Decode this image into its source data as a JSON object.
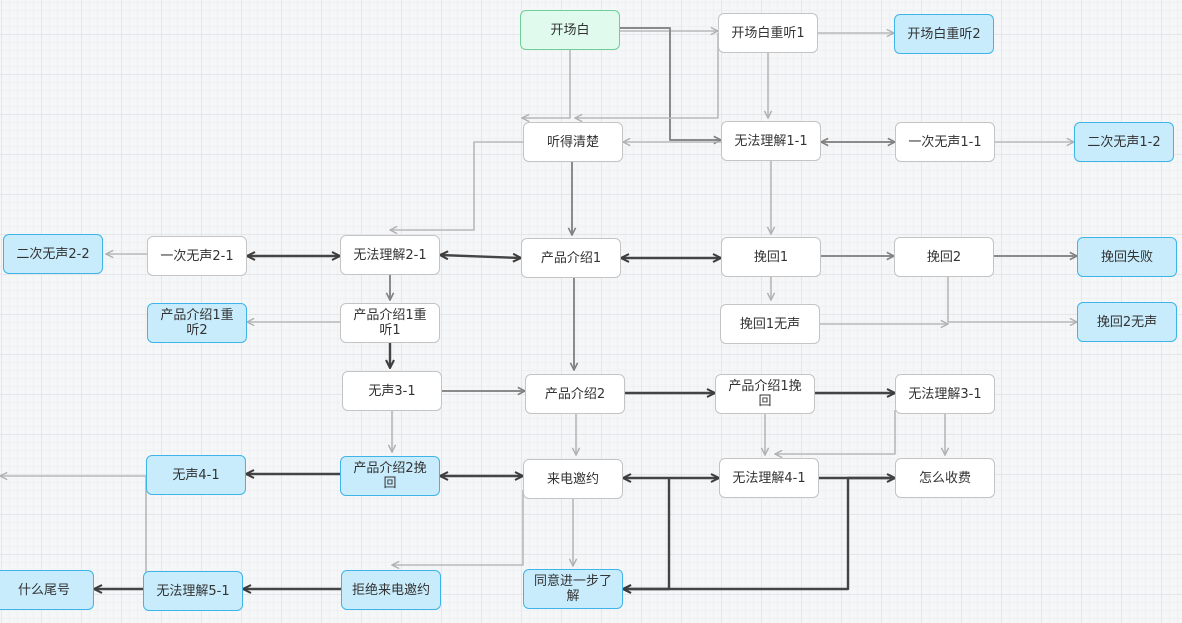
{
  "diagram": {
    "type": "flowchart",
    "colors": {
      "default_fill": "#ffffff",
      "default_border": "#c4c4c4",
      "terminal_fill": "#c8ecfc",
      "terminal_border": "#3fb4e8",
      "start_fill": "#e0fbee",
      "start_border": "#6fcf96",
      "edge_light": "#b8b8b8",
      "edge_mid": "#8a8a8a",
      "edge_dark": "#444444"
    },
    "nodes": [
      {
        "id": "kaichangbai",
        "label": "开场白",
        "kind": "start"
      },
      {
        "id": "kaichangbai_chongting1",
        "label": "开场白重听1",
        "kind": "normal"
      },
      {
        "id": "kaichangbai_chongting2",
        "label": "开场白重听2",
        "kind": "terminal"
      },
      {
        "id": "tingdeqingchu",
        "label": "听得清楚",
        "kind": "normal"
      },
      {
        "id": "wufalijie1_1",
        "label": "无法理解1-1",
        "kind": "normal"
      },
      {
        "id": "yiciwusheng1_1",
        "label": "一次无声1-1",
        "kind": "normal"
      },
      {
        "id": "ercisusheng1_2",
        "label": "二次无声1-2",
        "kind": "terminal"
      },
      {
        "id": "ercisusheng2_2",
        "label": "二次无声2-2",
        "kind": "terminal"
      },
      {
        "id": "yiciwusheng2_1",
        "label": "一次无声2-1",
        "kind": "normal"
      },
      {
        "id": "wufalijie2_1",
        "label": "无法理解2-1",
        "kind": "normal"
      },
      {
        "id": "chanpinjieshao1",
        "label": "产品介绍1",
        "kind": "normal"
      },
      {
        "id": "wanhui1",
        "label": "挽回1",
        "kind": "normal"
      },
      {
        "id": "wanhui2",
        "label": "挽回2",
        "kind": "normal"
      },
      {
        "id": "wanhui_shibai",
        "label": "挽回失败",
        "kind": "terminal"
      },
      {
        "id": "chanpinjieshao1_chongting2",
        "label": "产品介绍1重听2",
        "kind": "terminal"
      },
      {
        "id": "chanpinjieshao1_chongting1",
        "label": "产品介绍1重听1",
        "kind": "normal"
      },
      {
        "id": "wanhui1_wusheng",
        "label": "挽回1无声",
        "kind": "normal"
      },
      {
        "id": "wanhui2_wusheng",
        "label": "挽回2无声",
        "kind": "terminal"
      },
      {
        "id": "wusheng3_1",
        "label": "无声3-1",
        "kind": "normal"
      },
      {
        "id": "chanpinjieshao2",
        "label": "产品介绍2",
        "kind": "normal"
      },
      {
        "id": "chanpinjieshao1_wanhui",
        "label": "产品介绍1挽回",
        "kind": "normal"
      },
      {
        "id": "wufalijie3_1",
        "label": "无法理解3-1",
        "kind": "normal"
      },
      {
        "id": "wusheng4_1",
        "label": "无声4-1",
        "kind": "terminal"
      },
      {
        "id": "chanpinjieshao2_wanhui",
        "label": "产品介绍2挽回",
        "kind": "terminal"
      },
      {
        "id": "laidian_yaoyue",
        "label": "来电邀约",
        "kind": "normal"
      },
      {
        "id": "wufalijie4_1",
        "label": "无法理解4-1",
        "kind": "normal"
      },
      {
        "id": "zenme_shoufei",
        "label": "怎么收费",
        "kind": "normal"
      },
      {
        "id": "shenme_weihao",
        "label": "什么尾号",
        "kind": "terminal"
      },
      {
        "id": "wufalijie5_1",
        "label": "无法理解5-1",
        "kind": "terminal"
      },
      {
        "id": "jujue_laidian_yaoyue",
        "label": "拒绝来电邀约",
        "kind": "terminal"
      },
      {
        "id": "tongyi_jinyibu_liaojie",
        "label": "同意进一步了解",
        "kind": "terminal"
      }
    ],
    "edges": [
      {
        "from": "kaichangbai",
        "to": "kaichangbai_chongting1"
      },
      {
        "from": "kaichangbai",
        "to": "tingdeqingchu"
      },
      {
        "from": "kaichangbai",
        "to": "wufalijie1_1"
      },
      {
        "from": "kaichangbai_chongting1",
        "to": "kaichangbai_chongting2"
      },
      {
        "from": "kaichangbai_chongting1",
        "to": "tingdeqingchu"
      },
      {
        "from": "kaichangbai_chongting1",
        "to": "wufalijie1_1"
      },
      {
        "from": "wufalijie1_1",
        "to": "tingdeqingchu"
      },
      {
        "from": "wufalijie1_1",
        "to": "yiciwusheng1_1",
        "bidirectional": true
      },
      {
        "from": "yiciwusheng1_1",
        "to": "ercisusheng1_2"
      },
      {
        "from": "wufalijie1_1",
        "to": "wanhui1"
      },
      {
        "from": "tingdeqingchu",
        "to": "chanpinjieshao1"
      },
      {
        "from": "tingdeqingchu",
        "to": "wufalijie2_1"
      },
      {
        "from": "yiciwusheng2_1",
        "to": "ercisusheng2_2"
      },
      {
        "from": "yiciwusheng2_1",
        "to": "wufalijie2_1",
        "bidirectional": true
      },
      {
        "from": "wufalijie2_1",
        "to": "chanpinjieshao1",
        "bidirectional": true
      },
      {
        "from": "wufalijie2_1",
        "to": "chanpinjieshao1_chongting1"
      },
      {
        "from": "chanpinjieshao1",
        "to": "wanhui1",
        "bidirectional": true
      },
      {
        "from": "wanhui1",
        "to": "wanhui2"
      },
      {
        "from": "wanhui1",
        "to": "wanhui1_wusheng"
      },
      {
        "from": "wanhui2",
        "to": "wanhui_shibai"
      },
      {
        "from": "wanhui2",
        "to": "wanhui2_wusheng"
      },
      {
        "from": "wanhui1_wusheng",
        "to": "wanhui2_wusheng"
      },
      {
        "from": "chanpinjieshao1_chongting1",
        "to": "chanpinjieshao1_chongting2"
      },
      {
        "from": "chanpinjieshao1_chongting1",
        "to": "wusheng3_1"
      },
      {
        "from": "chanpinjieshao1",
        "to": "chanpinjieshao2"
      },
      {
        "from": "wusheng3_1",
        "to": "chanpinjieshao2"
      },
      {
        "from": "wusheng3_1",
        "to": "chanpinjieshao2_wanhui"
      },
      {
        "from": "chanpinjieshao2",
        "to": "chanpinjieshao1_wanhui"
      },
      {
        "from": "chanpinjieshao2",
        "to": "laidian_yaoyue"
      },
      {
        "from": "chanpinjieshao1_wanhui",
        "to": "wufalijie3_1"
      },
      {
        "from": "chanpinjieshao1_wanhui",
        "to": "wufalijie4_1"
      },
      {
        "from": "wufalijie3_1",
        "to": "zenme_shoufei"
      },
      {
        "from": "wufalijie3_1",
        "to": "wufalijie4_1"
      },
      {
        "from": "chanpinjieshao2_wanhui",
        "to": "wusheng4_1"
      },
      {
        "from": "chanpinjieshao2_wanhui",
        "to": "laidian_yaoyue",
        "bidirectional": true
      },
      {
        "from": "laidian_yaoyue",
        "to": "wufalijie4_1",
        "bidirectional": true
      },
      {
        "from": "wufalijie4_1",
        "to": "zenme_shoufei"
      },
      {
        "from": "laidian_yaoyue",
        "to": "tongyi_jinyibu_liaojie"
      },
      {
        "from": "laidian_yaoyue",
        "to": "jujue_laidian_yaoyue"
      },
      {
        "from": "tongyi_jinyibu_liaojie",
        "to": "jujue_laidian_yaoyue"
      },
      {
        "from": "zenme_shoufei",
        "to": "tongyi_jinyibu_liaojie"
      },
      {
        "from": "jujue_laidian_yaoyue",
        "to": "wufalijie5_1"
      },
      {
        "from": "wufalijie5_1",
        "to": "shenme_weihao"
      },
      {
        "from": "wufalijie5_1",
        "to": "wusheng4_1"
      }
    ]
  }
}
